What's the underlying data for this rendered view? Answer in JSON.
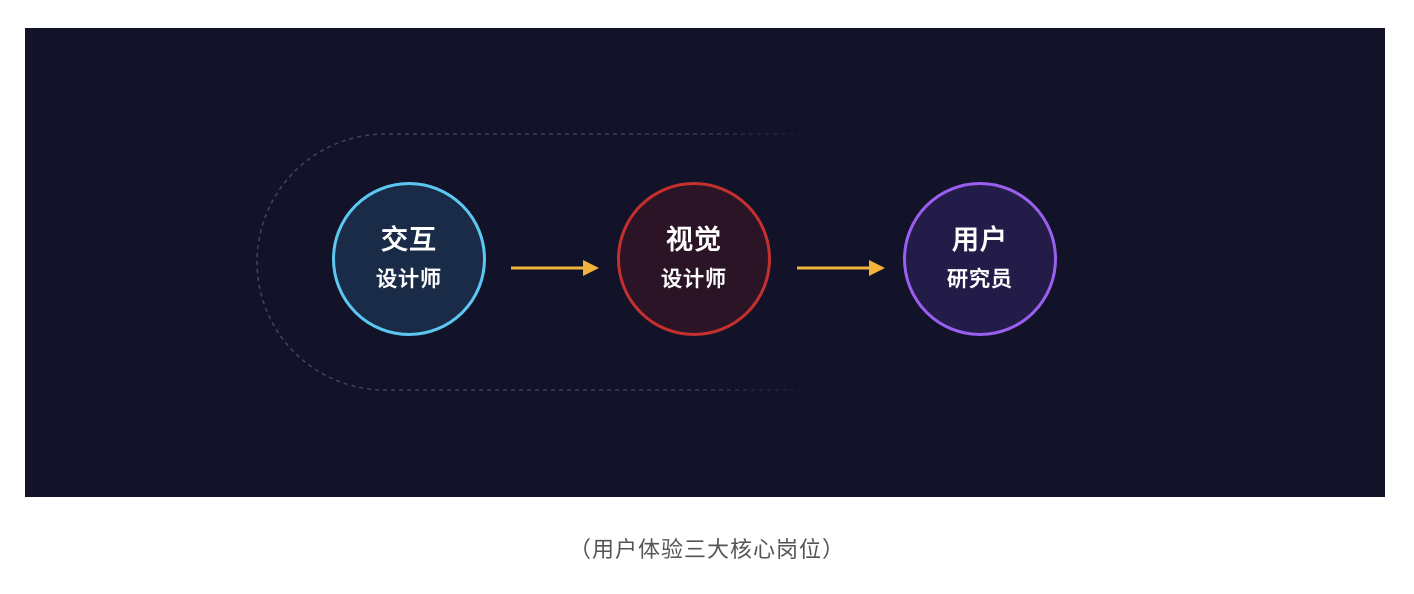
{
  "diagram": {
    "nodes": [
      {
        "title": "交互",
        "subtitle": "设计师",
        "border_color": "#5cc8f2",
        "fill_color": "#1a2b47"
      },
      {
        "title": "视觉",
        "subtitle": "设计师",
        "border_color": "#c4302e",
        "fill_color": "#2a1426"
      },
      {
        "title": "用户",
        "subtitle": "研究员",
        "border_color": "#9b5ff0",
        "fill_color": "#231c49"
      }
    ],
    "arrow_color": "#f3b23c",
    "background_color": "#121229"
  },
  "caption": "（用户体验三大核心岗位）"
}
